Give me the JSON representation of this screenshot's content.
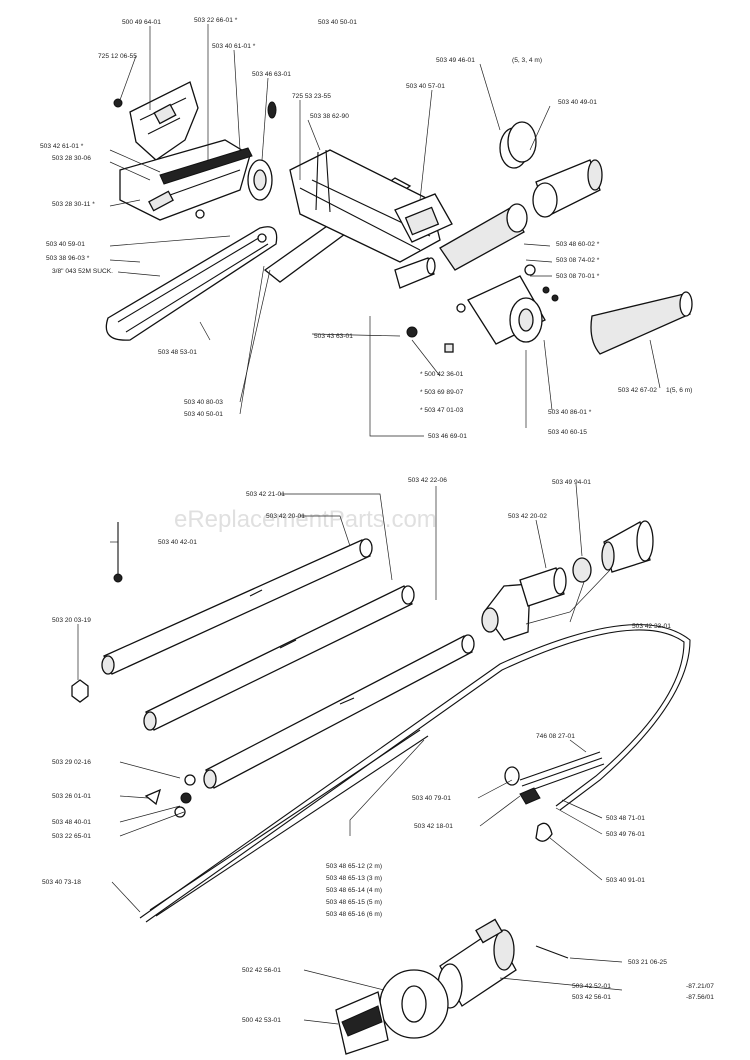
{
  "watermark": "eReplacementParts.com",
  "labels": {
    "l01": "500 49 64-01",
    "l02": "503 22 66-01 *",
    "l03": "503 40 50-01",
    "l04": "725 12 06-55",
    "l05": "503 40 61-01 *",
    "l06": "503 49 46-01",
    "l07": "(5, 3, 4 m)",
    "l08": "503 46 63-01",
    "l09": "503 40 57-01",
    "l10": "503 40 49-01",
    "l11": "725 53 23-55",
    "l12": "503 38 62-90",
    "l13": "503 42 61-01 *",
    "l14": "503 28 30-06",
    "l15": "503 28 30-11 *",
    "l16": "503 40 59-01",
    "l17": "503 38 96-03 *",
    "l18": "3/8\" 043 52M SUCK.",
    "l19": "503 48 53-01",
    "l20": "503 48 60-02 *",
    "l21": "503 08 74-02 *",
    "l22": "503 08 70-01 *",
    "l23": "503 42 67-02",
    "l24": "1(5, 6 m)",
    "l25": "503 43 63-01",
    "l26": "* 500 42 36-01",
    "l27": "* 503 69 89-07",
    "l28": "* 503 47 01-03",
    "l29": "503 40 80-03",
    "l30": "503 40 50-01",
    "l31": "503 40 86-01 *",
    "l32": "503 46 69-01",
    "l33": "503 40 60-15",
    "l34": "503 42 21-01",
    "l35": "503 42 22-06",
    "l36": "503 49 94-01",
    "l37": "503 42 20-01",
    "l38": "503 42 20-02",
    "l39": "503 40 42-01",
    "l40": "503 20 03-19",
    "l41": "503 42 33-01",
    "l42": "746 08 27-01",
    "l43": "503 29 02-16",
    "l44": "503 26 01-01",
    "l45": "503 48 40-01",
    "l46": "503 22 65-01",
    "l47": "503 40 79-01",
    "l48": "503 42 18-01",
    "l49": "503 48 71-01",
    "l50": "503 49 76-01",
    "l51": "503 40 91-01",
    "l52": "503 48 65-12 (2 m)",
    "l53": "503 48 65-13 (3 m)",
    "l54": "503 48 65-14 (4 m)",
    "l55": "503 48 65-15 (5 m)",
    "l56": "503 48 65-16 (6 m)",
    "l57": "503 40 73-18",
    "l58": "503 21 06-25",
    "l59": "502 42 56-01",
    "l60": "503 42 52-01",
    "l61": "503 42 56-01",
    "l62": "-87.21/07",
    "l63": "-87.56/01",
    "l64": "500 42 53-01"
  }
}
